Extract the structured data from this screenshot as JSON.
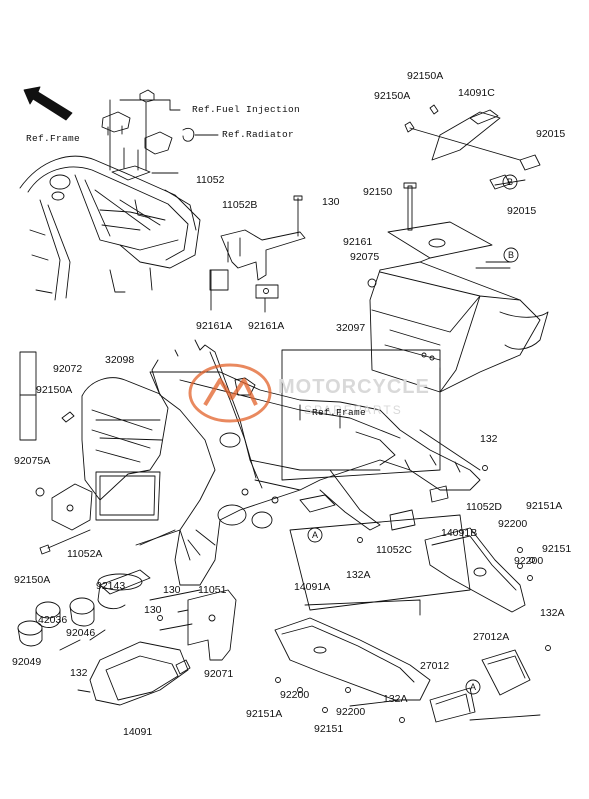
{
  "diagram": {
    "part_labels": {
      "p92150a_top": "92150A",
      "p92150a_left": "92150A",
      "p14091c": "14091C",
      "p92015_a": "92015",
      "p92015_b": "92015",
      "p92150": "92150",
      "p92161": "92161",
      "p92075": "92075",
      "p32097": "32097",
      "p11052b": "11052B",
      "p130_top": "130",
      "p11052": "11052",
      "p92161a_1": "92161A",
      "p92161a_2": "92161A",
      "p92072": "92072",
      "p32098": "32098",
      "p92150a_mid": "92150A",
      "p92075a": "92075A",
      "p11052a": "11052A",
      "p92150a_low": "92150A",
      "p132_right": "132",
      "p11052d": "11052D",
      "p92151a_right": "92151A",
      "p14091b": "14091B",
      "p92200_r1": "92200",
      "p92151_r": "92151",
      "p92200_r2": "92200",
      "p11052c": "11052C",
      "p132a_mid": "132A",
      "p14091a": "14091A",
      "p92143": "92143",
      "p130_a": "130",
      "p11051": "11051",
      "p42036": "42036",
      "p92046": "92046",
      "p130_b": "130",
      "p92049": "92049",
      "p132_low": "132",
      "p92071": "92071",
      "p14091": "14091",
      "p92200_l": "92200",
      "p92151a_low": "92151A",
      "p92200_m": "92200",
      "p92151_low": "92151",
      "p132a_right": "132A",
      "p27012a": "27012A",
      "p27012": "27012",
      "p132a_low": "132A"
    },
    "refs": {
      "frame_top": "Ref.Frame",
      "fuel_injection": "Ref.Fuel Injection",
      "radiator": "Ref.Radiator",
      "frame_mid": "Ref.Frame"
    },
    "callouts": {
      "b1": "B",
      "b2": "B",
      "a1": "A",
      "a2": "A"
    },
    "watermark": {
      "title": "MOTORCYCLE",
      "subtitle": "SPAREPARTS"
    },
    "colors": {
      "line": "#111111",
      "watermark_logo": "#e2622a",
      "watermark_text": "#d9d9d9"
    }
  }
}
